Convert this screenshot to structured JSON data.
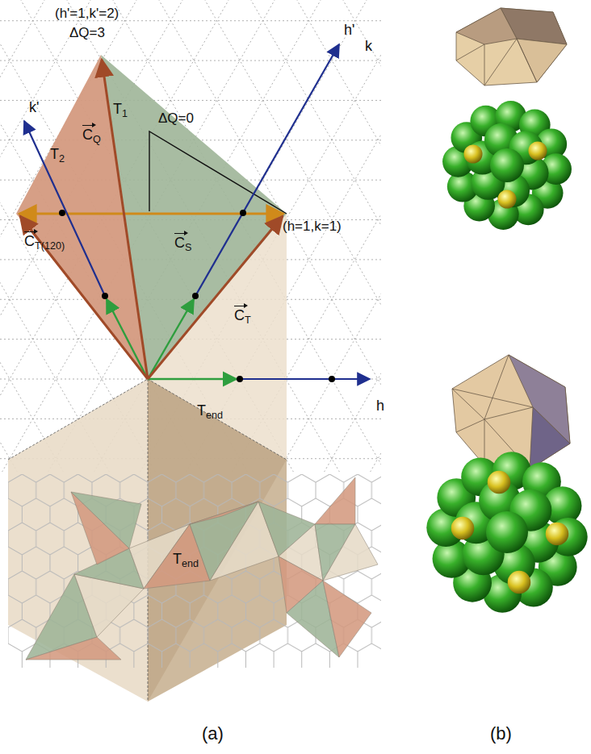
{
  "diagram": {
    "labels": [
      "(h'=1,k'=2)",
      "ΔQ=3",
      "k'",
      "h'",
      "k",
      "T1",
      "CQ",
      "ΔQ=0",
      "T2",
      "CS",
      "(h=1,k=1)",
      "CT(120)",
      "CT",
      "h",
      "Tend",
      "Tend",
      "(a)",
      "(b)"
    ]
  }
}
